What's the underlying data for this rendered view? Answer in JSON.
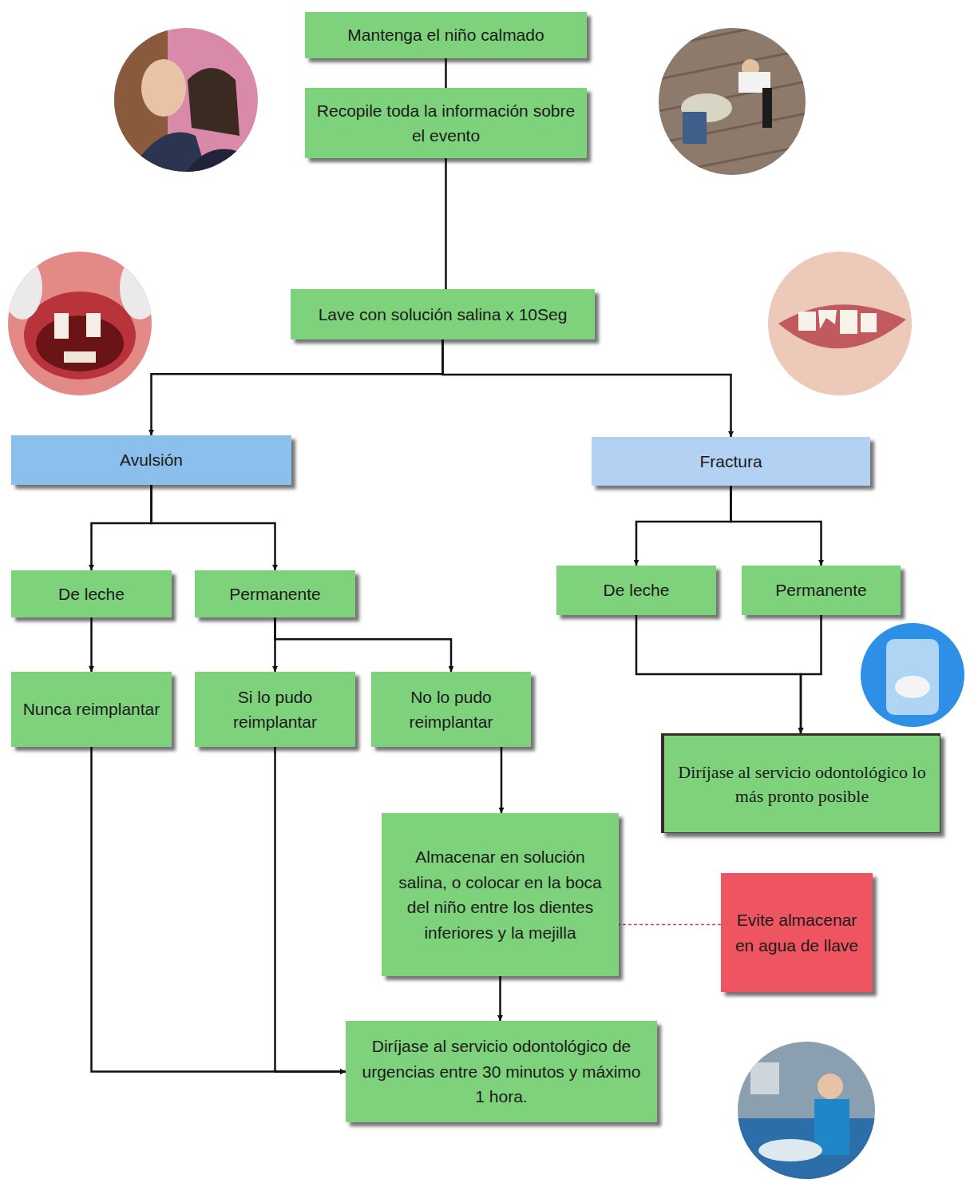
{
  "diagram": {
    "nodes": [
      {
        "text": [
          "Mantenga el niño calmado"
        ]
      },
      {
        "text": [
          "Recopile toda la información sobre el evento"
        ]
      },
      {
        "text": [
          "Lave con solución salina x 10Seg"
        ]
      },
      {
        "text": [
          "Avulsión"
        ]
      },
      {
        "text": [
          "Fractura"
        ]
      },
      {
        "text": [
          "De leche"
        ]
      },
      {
        "text": [
          "Permanente"
        ]
      },
      {
        "text": [
          "De leche"
        ]
      },
      {
        "text": [
          "Permanente"
        ]
      },
      {
        "text": [
          "Nunca reimplantar"
        ]
      },
      {
        "text": [
          "Si lo pudo reimplantar"
        ]
      },
      {
        "text": [
          "No lo pudo reimplantar"
        ]
      },
      {
        "text": [
          "Diríjase al servicio odontológico lo más pronto posible"
        ]
      },
      {
        "text": [
          "Almacenar en solución salina, o colocar en la boca del niño entre los dientes inferiores y la mejilla"
        ]
      },
      {
        "text": [
          "Evite almacenar en agua de llave"
        ]
      },
      {
        "text": [
          "Diríjase al servicio odontológico de urgencias entre 30 minutos y máximo 1 hora."
        ]
      }
    ],
    "edges": [
      {
        "from": 0,
        "to": 1,
        "arrow": "none"
      },
      {
        "from": 1,
        "to": 2,
        "arrow": "none"
      },
      {
        "from": 2,
        "to": 3,
        "arrow": "to"
      },
      {
        "from": 2,
        "to": 4,
        "arrow": "to"
      },
      {
        "from": 3,
        "to": 5,
        "arrow": "to"
      },
      {
        "from": 3,
        "to": 6,
        "arrow": "to"
      },
      {
        "from": 4,
        "to": 7,
        "arrow": "to"
      },
      {
        "from": 4,
        "to": 8,
        "arrow": "to"
      },
      {
        "from": 5,
        "to": 9,
        "arrow": "to"
      },
      {
        "from": 6,
        "to": 10,
        "arrow": "to"
      },
      {
        "from": 6,
        "to": 11,
        "arrow": "to"
      },
      {
        "from": 7,
        "to": 12,
        "arrow": "to"
      },
      {
        "from": 8,
        "to": 12,
        "arrow": "to"
      },
      {
        "from": 11,
        "to": 13,
        "arrow": "to"
      },
      {
        "from": 13,
        "to": 15,
        "arrow": "to"
      },
      {
        "from": 9,
        "to": 15,
        "arrow": "to"
      },
      {
        "from": 10,
        "to": 15,
        "arrow": "to"
      },
      {
        "from": 14,
        "to": 13,
        "arrow": "none"
      }
    ]
  }
}
